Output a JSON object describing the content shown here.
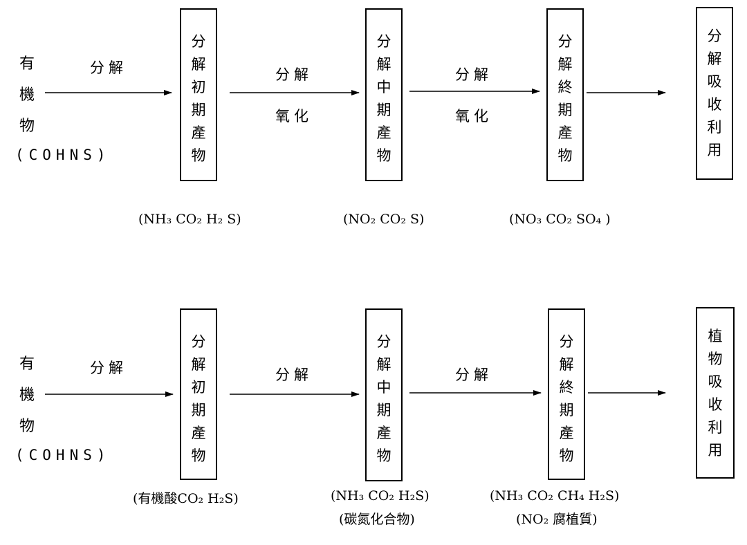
{
  "top": {
    "source_chars": [
      "有",
      "機",
      "物"
    ],
    "source_formula": "(COHNS)",
    "arrow1_label": "分解",
    "box1": [
      "分",
      "解",
      "初",
      "期",
      "產",
      "物"
    ],
    "arrow2_labels": [
      "分解",
      "氧化"
    ],
    "box2": [
      "分",
      "解",
      "中",
      "期",
      "產",
      "物"
    ],
    "arrow3_labels": [
      "分解",
      "氧化"
    ],
    "box3": [
      "分",
      "解",
      "終",
      "期",
      "產",
      "物"
    ],
    "box4": [
      "分",
      "解",
      "吸",
      "收",
      "利",
      "用"
    ],
    "product1": "(NH₃ CO₂ H₂ S)",
    "product2": "(NO₂ CO₂ S)",
    "product3": "(NO₃ CO₂ SO₄ )"
  },
  "bottom": {
    "source_chars": [
      "有",
      "機",
      "物"
    ],
    "source_formula": "(COHNS)",
    "arrow1_label": "分解",
    "box1": [
      "分",
      "解",
      "初",
      "期",
      "產",
      "物"
    ],
    "arrow2_label": "分解",
    "box2": [
      "分",
      "解",
      "中",
      "期",
      "產",
      "物"
    ],
    "arrow3_label": "分解",
    "box3": [
      "分",
      "解",
      "終",
      "期",
      "產",
      "物"
    ],
    "box4": [
      "植",
      "物",
      "吸",
      "收",
      "利",
      "用"
    ],
    "product1": "(有機酸CO₂ H₂S)",
    "product2_line1": "(NH₃ CO₂ H₂S)",
    "product2_line2": "(碳氮化合物)",
    "product3_line1": "(NH₃ CO₂ CH₄ H₂S)",
    "product3_line2": "(NO₂ 腐植質)"
  }
}
